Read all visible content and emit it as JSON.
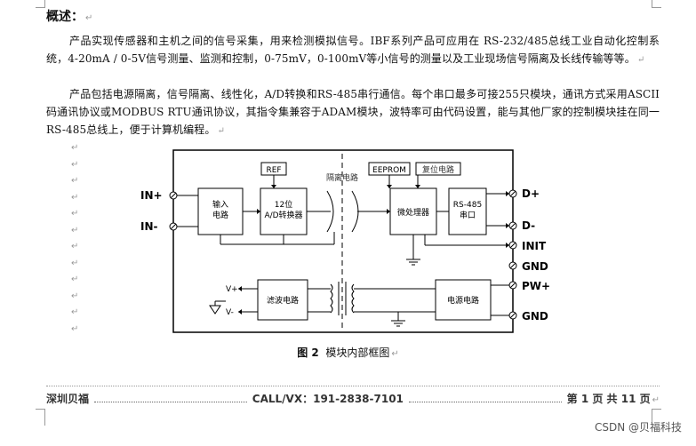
{
  "section": {
    "heading": "概述：",
    "return_mark": "↵"
  },
  "paragraphs": [
    "产品实现传感器和主机之间的信号采集，用来检测模拟信号。IBF系列产品可应用在 RS-232/485总线工业自动化控制系统，4-20mA / 0-5V信号测量、监测和控制，0-75mV，0-100mV等小信号的测量以及工业现场信号隔离及长线传输等等。",
    "产品包括电源隔离，信号隔离、线性化，A/D转换和RS-485串行通信。每个串口最多可接255只模块，通讯方式采用ASCII码通讯协议或MODBUS RTU通讯协议，其指令集兼容于ADAM模块，波特率可由代码设置，能与其他厂家的控制模块挂在同一RS-485总线上，便于计算机编程。"
  ],
  "diagram": {
    "pins_left": [
      "IN+",
      "IN-"
    ],
    "pins_right": [
      "D+",
      "D-",
      "INIT",
      "GND",
      "PW+",
      "GND"
    ],
    "blocks": {
      "input": [
        "输入",
        "电路"
      ],
      "adc": [
        "12位",
        "A/D转换器"
      ],
      "ref": "REF",
      "isolation": "隔离电路",
      "eeprom": "EEPROM",
      "reset": "复位电路",
      "mcu": "微处理器",
      "rs485": [
        "RS-485",
        "串口"
      ],
      "filter": "滤波电路",
      "power": "电源电路"
    },
    "outputs": [
      "V+",
      "V-"
    ]
  },
  "caption": {
    "label": "图 2",
    "text": "模块内部框图"
  },
  "footer": {
    "left": "深圳贝福",
    "center": "CALL/VX：191-2838-7101",
    "right": "第 1 页 共 11 页"
  },
  "watermark": "CSDN @贝福科技"
}
